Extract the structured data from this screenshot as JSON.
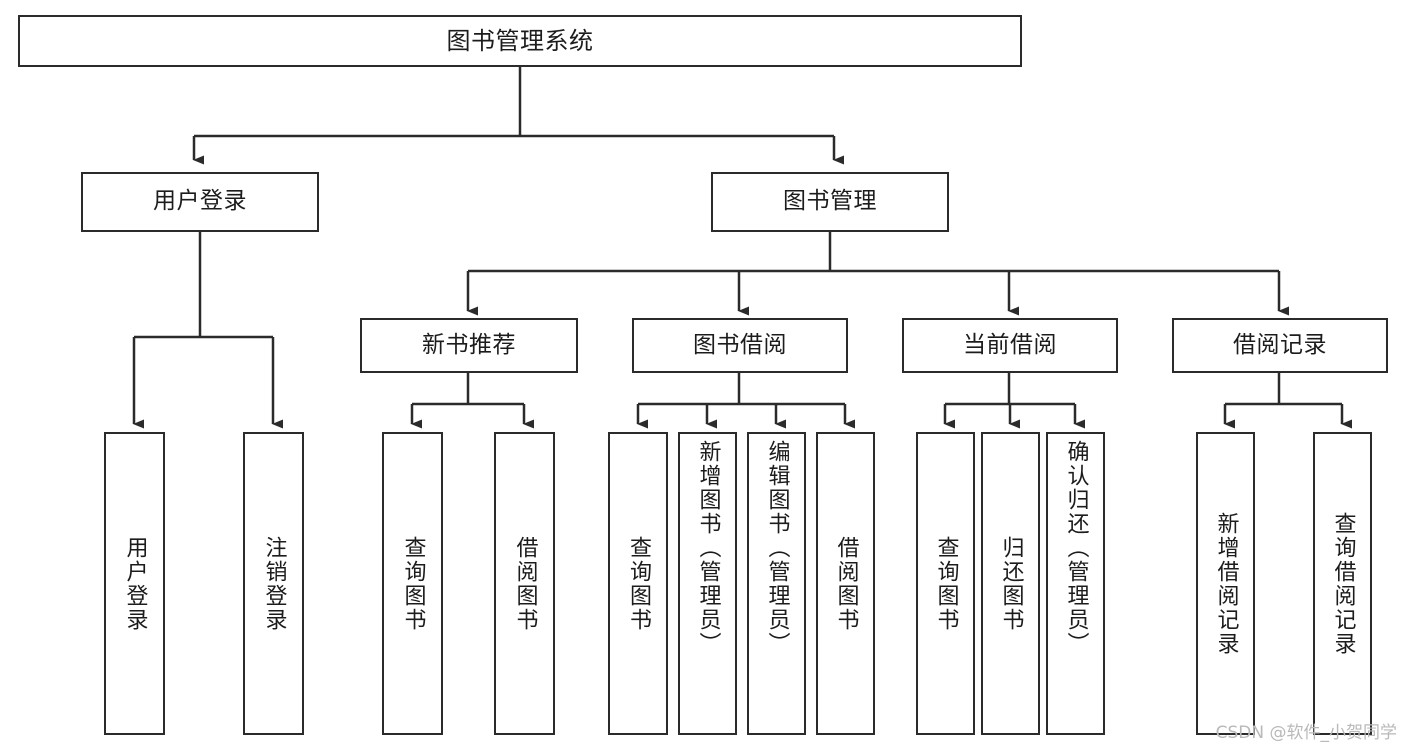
{
  "diagram": {
    "type": "tree-hierarchy",
    "title": "图书管理系统",
    "root": {
      "label": "图书管理系统"
    },
    "level1": [
      {
        "id": "user-login",
        "label": "用户登录"
      },
      {
        "id": "book-management",
        "label": "图书管理"
      }
    ],
    "level2": [
      {
        "id": "new-book-recommend",
        "label": "新书推荐",
        "parent": "book-management"
      },
      {
        "id": "book-borrow",
        "label": "图书借阅",
        "parent": "book-management"
      },
      {
        "id": "current-borrow",
        "label": "当前借阅",
        "parent": "book-management"
      },
      {
        "id": "borrow-record",
        "label": "借阅记录",
        "parent": "book-management"
      }
    ],
    "leaves": {
      "user_login": [
        {
          "id": "leaf-user-login",
          "label": "用户登录"
        },
        {
          "id": "leaf-logout-login",
          "label": "注销登录"
        }
      ],
      "new_book_recommend": [
        {
          "id": "leaf-query-book-1",
          "label": "查询图书"
        },
        {
          "id": "leaf-borrow-book-1",
          "label": "借阅图书"
        }
      ],
      "book_borrow": [
        {
          "id": "leaf-query-book-2",
          "label": "查询图书"
        },
        {
          "id": "leaf-add-book",
          "label": "新增图书（管理员）"
        },
        {
          "id": "leaf-edit-book",
          "label": "编辑图书（管理员）"
        },
        {
          "id": "leaf-borrow-book-2",
          "label": "借阅图书"
        }
      ],
      "current_borrow": [
        {
          "id": "leaf-query-book-3",
          "label": "查询图书"
        },
        {
          "id": "leaf-return-book",
          "label": "归还图书"
        },
        {
          "id": "leaf-confirm-return",
          "label": "确认归还（管理员）"
        }
      ],
      "borrow_record": [
        {
          "id": "leaf-add-borrow-record",
          "label": "新增借阅记录"
        },
        {
          "id": "leaf-query-borrow-record",
          "label": "查询借阅记录"
        }
      ]
    },
    "colors": {
      "stroke": "#2b2b2b",
      "fill": "#ffffff",
      "text": "#1c1c1c",
      "watermark": "#b9b9b9"
    }
  },
  "watermark": {
    "text": "CSDN @软件_小贺同学"
  }
}
